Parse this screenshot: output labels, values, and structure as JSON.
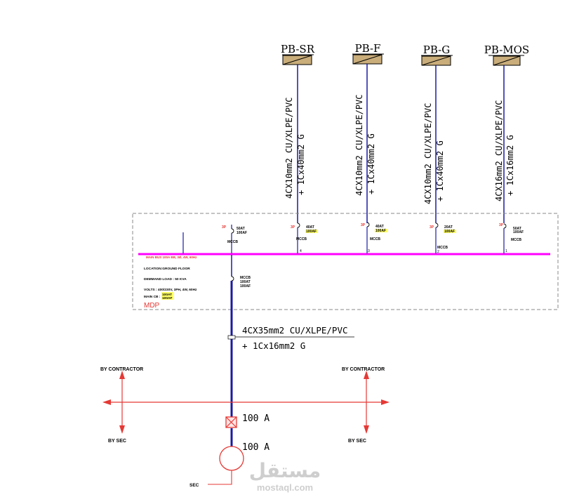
{
  "panels": [
    {
      "name": "PB-SR",
      "cable_line1": "4CX10mm2 CU/XLPE/PVC",
      "cable_line2": "+ 1Cx40mm2 G",
      "breaker_rating": "40AT",
      "breaker_frame": "100AF",
      "breaker_type": "MCCB",
      "way": "4"
    },
    {
      "name": "PB-F",
      "cable_line1": "4CX10mm2 CU/XLPE/PVC",
      "cable_line2": "+ 1Cx40mm2 G",
      "breaker_rating": "40AT",
      "breaker_frame": "100AF",
      "breaker_type": "MCCB",
      "way": "3"
    },
    {
      "name": "PB-G",
      "cable_line1": "4CX10mm2 CU/XLPE/PVC",
      "cable_line2": "+ 1Cx40mm2 G",
      "breaker_rating": "20AT",
      "breaker_frame": "100AF",
      "breaker_type": "MCCB",
      "way": "2"
    },
    {
      "name": "PB-MOS",
      "cable_line1": "4CX16mm2 CU/XLPE/PVC",
      "cable_line2": "+ 1Cx16mm2 G",
      "breaker_rating": "50AT",
      "breaker_frame": "100AF",
      "breaker_type": "MCCB",
      "way": "1"
    }
  ],
  "spare": {
    "breaker_rating": "50AT",
    "breaker_frame": "100AF",
    "breaker_type": "MCCB"
  },
  "pole_mark": "3P",
  "main_bus_label": "MAIN BUS 100A BB, 3Ø, 4W, 60Hz",
  "panel_info": {
    "location": "LOCATION:GROUND FLOOR",
    "demand_load": "DEMMAND LOAD :  50 KVA",
    "volts": "VOLTS : 400/230V, 3PH, 4W, 60Hz",
    "main_cb_label": "MAIN CB :",
    "main_cb_rating": "100AT",
    "main_cb_frame": "100AF",
    "panel_name": "MDP"
  },
  "main_breaker": {
    "type": "MCCB",
    "rating": "100AT",
    "frame": "100AF"
  },
  "feeder_cable": {
    "line1": "4CX35mm2 CU/XLPE/PVC",
    "line2": "+ 1Cx16mm2 G"
  },
  "scope_labels": {
    "by_contractor_left": "BY CONTRACTOR",
    "by_contractor_right": "BY CONTRACTOR",
    "by_sec_left": "BY SEC",
    "by_sec_right": "BY SEC"
  },
  "isolator_rating": "100 A",
  "meter_rating": "100 A",
  "sec_label": "SEC",
  "watermark": {
    "arabic": "مستقل",
    "latin": "mostaql.com"
  },
  "colors": {
    "busbar": "#ff00ff",
    "feeder": "#1a1aa6",
    "annotation_red": "#e53935",
    "panel_fill": "#c9ad7a",
    "border_dash": "#888888",
    "note_highlight": "#ffff66"
  }
}
